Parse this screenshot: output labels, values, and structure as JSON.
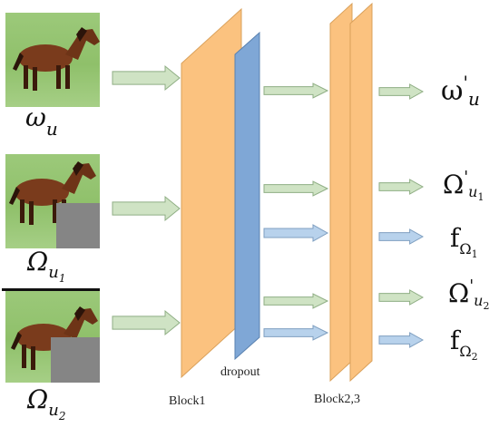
{
  "colors": {
    "block_fill": "#fbc27f",
    "block_stroke": "#d9a05a",
    "dropout_fill": "#7fa7d6",
    "dropout_stroke": "#5a82b0",
    "arrow_green": "#cfe3c4",
    "arrow_green_stroke": "#8fae84",
    "arrow_blue": "#b8d2ec",
    "arrow_blue_stroke": "#7f9fc0",
    "mask_gray": "#858585"
  },
  "inputs": [
    {
      "symbol": "ω",
      "sub": "u",
      "subsub": "",
      "masked": false
    },
    {
      "symbol": "Ω",
      "sub": "u",
      "subsub": "1",
      "masked": true
    },
    {
      "symbol": "Ω",
      "sub": "u",
      "subsub": "2",
      "masked": true
    }
  ],
  "labels": {
    "block1": "Block1",
    "dropout": "dropout",
    "block23": "Block2,3"
  },
  "outputs": [
    {
      "main": "ω",
      "prime": "'",
      "sub": "u",
      "subsub": ""
    },
    {
      "main": "Ω",
      "prime": "'",
      "sub": "u",
      "subsub": "1"
    },
    {
      "main": "f",
      "prime": "",
      "sub": "Ω",
      "subsub": "1"
    },
    {
      "main": "Ω",
      "prime": "'",
      "sub": "u",
      "subsub": "2"
    },
    {
      "main": "f",
      "prime": "",
      "sub": "Ω",
      "subsub": "2"
    }
  ]
}
